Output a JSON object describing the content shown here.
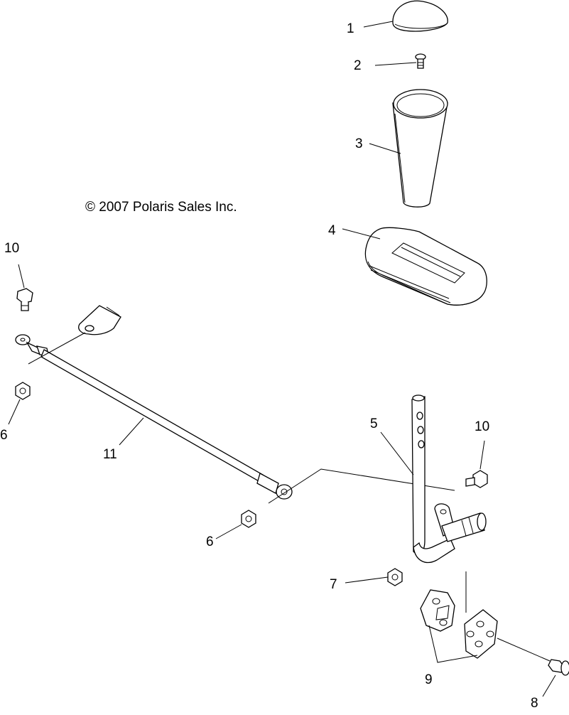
{
  "copyright": "© 2007 Polaris Sales Inc.",
  "callouts": {
    "c1": "1",
    "c2": "2",
    "c3": "3",
    "c4": "4",
    "c5": "5",
    "c6a": "6",
    "c6b": "6",
    "c7": "7",
    "c8": "8",
    "c9": "9",
    "c10a": "10",
    "c10b": "10",
    "c11": "11"
  }
}
